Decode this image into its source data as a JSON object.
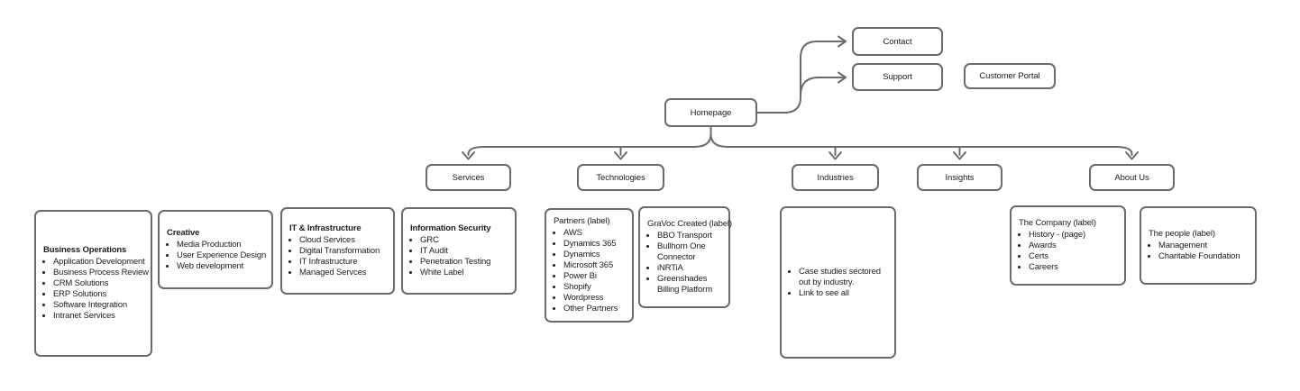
{
  "diagram_type": "website-sitemap-flowchart",
  "colors": {
    "line": "#6b6b6b",
    "border": "#6b6b6b",
    "text": "#1c1c1c",
    "background": "#ffffff"
  },
  "nodes": {
    "homepage": {
      "label": "Homepage"
    },
    "contact": {
      "label": "Contact"
    },
    "support": {
      "label": "Support"
    },
    "customer_portal": {
      "label": "Customer Portal"
    },
    "services": {
      "label": "Services"
    },
    "technologies": {
      "label": "Technologies"
    },
    "industries": {
      "label": "Industries"
    },
    "insights": {
      "label": "Insights"
    },
    "about_us": {
      "label": "About Us"
    }
  },
  "cards": [
    {
      "id": "business-operations",
      "title": "Business Operations",
      "bold_title": true,
      "items": [
        "Application Development",
        "Business Process Review",
        "CRM Solutions",
        "ERP Solutions",
        "Software Integration",
        "Intranet Services"
      ]
    },
    {
      "id": "creative",
      "title": "Creative",
      "bold_title": true,
      "items": [
        "Media Production",
        "User Experience Design",
        "Web development"
      ]
    },
    {
      "id": "it-infrastructure",
      "title": "IT & Infrastructure",
      "bold_title": true,
      "items": [
        "Cloud Services",
        "Digital Transformation",
        "IT Infrastructure",
        "Managed Servces"
      ]
    },
    {
      "id": "information-security",
      "title": "Information Security",
      "bold_title": true,
      "items": [
        "GRC",
        "IT Audit",
        "Penetration Testing",
        "White Label"
      ]
    },
    {
      "id": "partners",
      "title": "Partners (label)",
      "bold_title": false,
      "items": [
        "AWS",
        "Dynamics 365",
        "Dynamics",
        "Microsoft 365",
        "Power Bi",
        "Shopify",
        "Wordpress",
        "Other Partners"
      ]
    },
    {
      "id": "gravoc-created",
      "title": "GraVoc Created (label)",
      "bold_title": false,
      "items": [
        "BBO Transport",
        "Bullhorn One Connector",
        "iNRTiA",
        "Greenshades Billing Platform"
      ]
    },
    {
      "id": "industries-notes",
      "title": "",
      "bold_title": false,
      "items": [
        "Case studies sectored out by industry.",
        "Link to see all"
      ]
    },
    {
      "id": "the-company",
      "title": "The Company (label)",
      "bold_title": false,
      "items": [
        "History - (page)",
        "Awards",
        "Certs",
        "Careers"
      ]
    },
    {
      "id": "the-people",
      "title": "The people (label)",
      "bold_title": false,
      "items": [
        "Management",
        "Charitable Foundation"
      ]
    }
  ]
}
